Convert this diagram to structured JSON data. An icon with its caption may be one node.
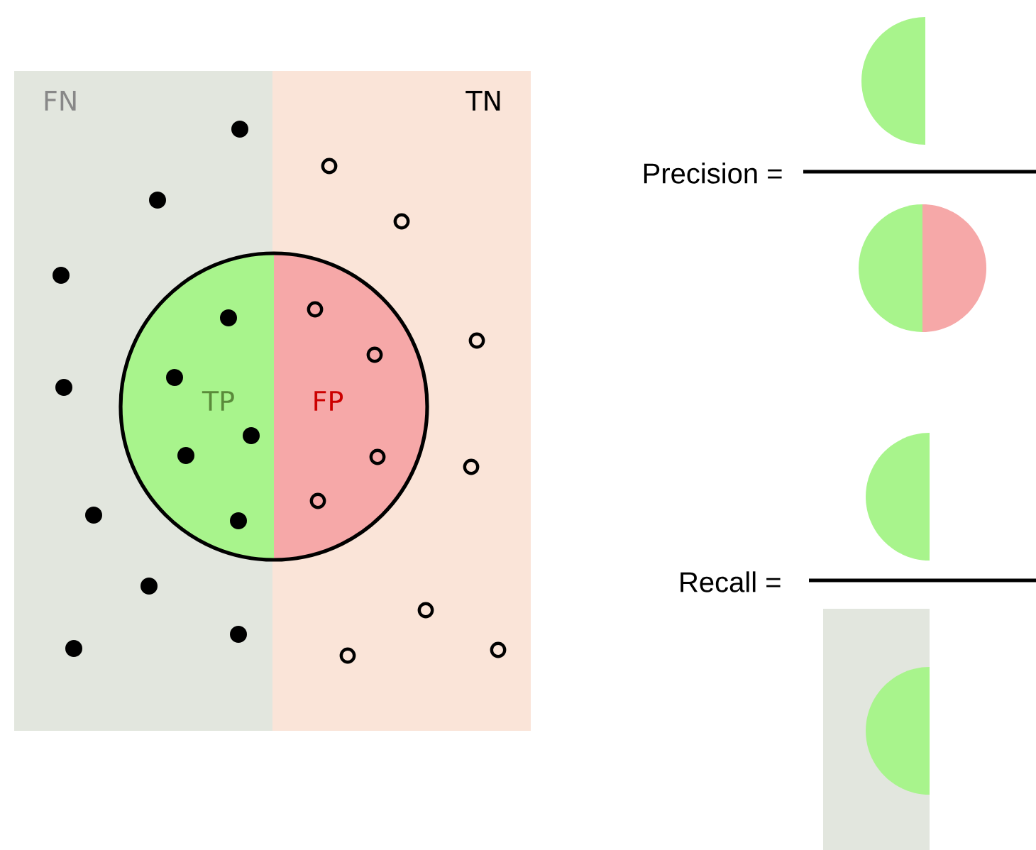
{
  "diagram": {
    "nodes": [
      {
        "text": [
          "FN"
        ]
      },
      {
        "text": [
          "TN"
        ]
      },
      {
        "text": [
          "TP"
        ],
        "in": 0
      },
      {
        "text": [
          "FP"
        ],
        "in": 1
      }
    ],
    "labels": [
      "Precision =",
      "Recall ="
    ]
  }
}
